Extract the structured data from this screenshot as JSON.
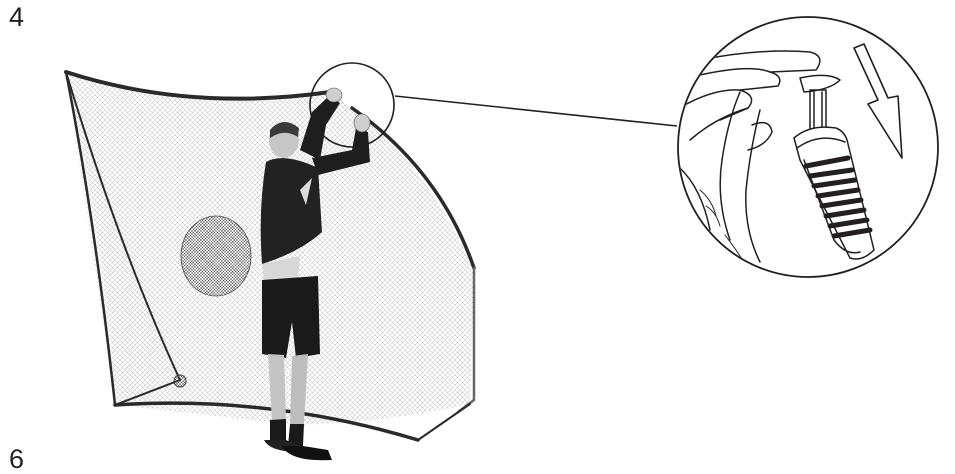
{
  "step": {
    "number": "4",
    "next_number": "6"
  },
  "illustration": {
    "main_subject": "person-attaching-net-to-goal-frame",
    "detail_subject": "pole-end-inserted-into-connector",
    "arrow_direction": "down"
  },
  "colors": {
    "ink": "#231f20",
    "net": "#9a9a9a",
    "frame": "#3a3a3a",
    "background": "#ffffff"
  }
}
